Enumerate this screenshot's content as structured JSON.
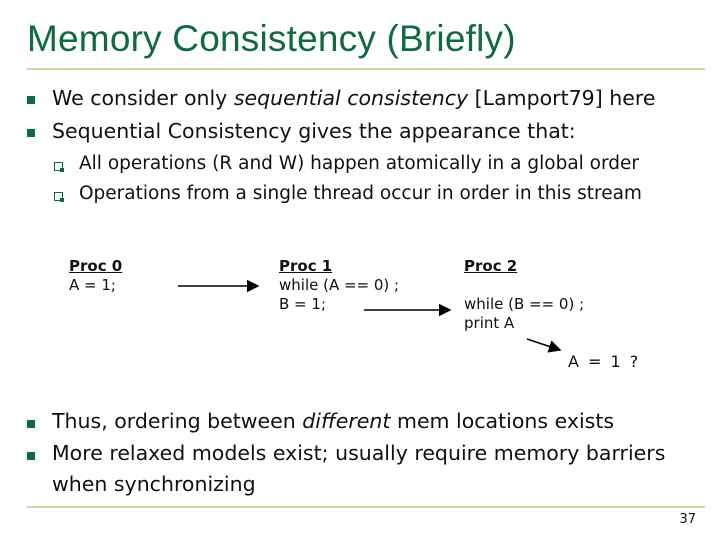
{
  "slide": {
    "title": "Memory Consistency (Briefly)",
    "page_number": "37",
    "accent_color": "#0e6a3f",
    "rule_color": "#d6d39b"
  },
  "bullets_top": [
    {
      "pre": "We consider only ",
      "emph": "sequential consistency",
      "post": " [Lamport79] here"
    },
    {
      "text": "Sequential Consistency gives the appearance that:"
    }
  ],
  "sub_bullets": [
    "All operations (R and W) happen atomically in a global order",
    "Operations from a single thread occur in order in this stream"
  ],
  "procs": [
    {
      "name": "Proc 0",
      "lines": [
        "A = 1;"
      ]
    },
    {
      "name": "Proc 1",
      "lines": [
        "while (A == 0) ;",
        "B = 1;"
      ]
    },
    {
      "name": "Proc 2",
      "lines": [
        "while (B == 0) ;",
        "print A"
      ]
    }
  ],
  "result_label": "A = 1 ?",
  "bullets_bottom": [
    {
      "pre": "Thus, ordering between ",
      "emph": "different",
      "post": " mem locations exists"
    },
    {
      "line1": "More relaxed models exist; usually require memory barriers",
      "line2": "when synchronizing"
    }
  ]
}
